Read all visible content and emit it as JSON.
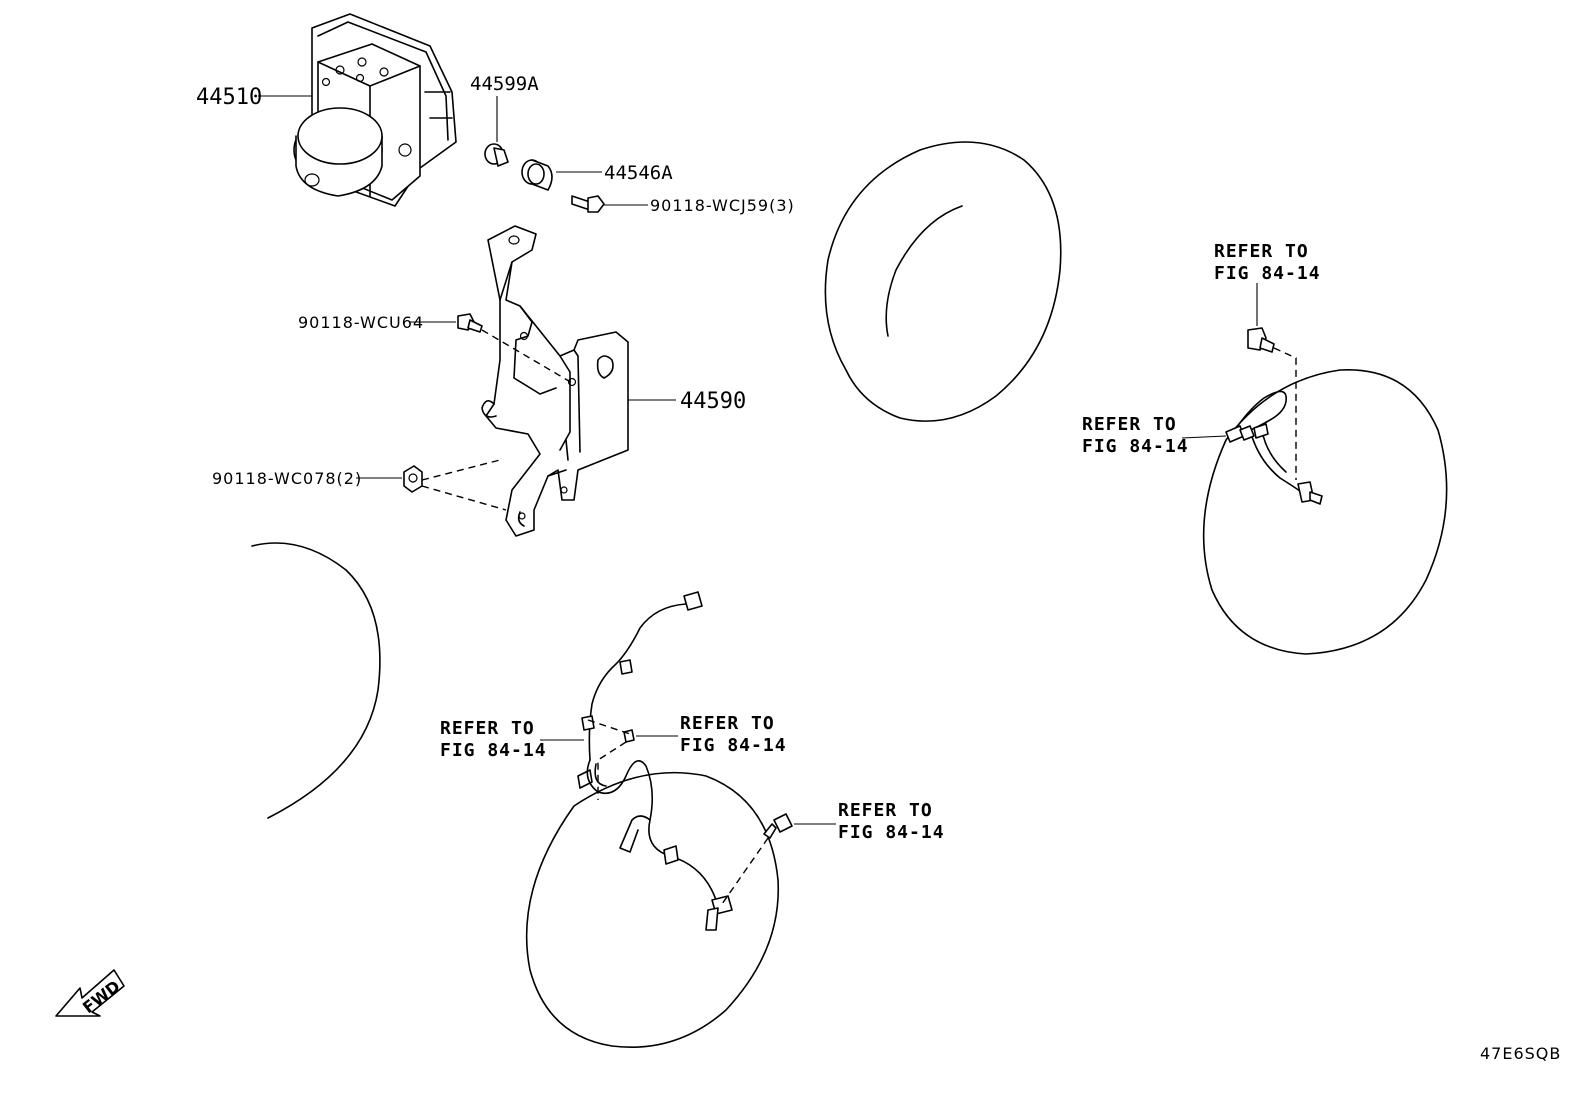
{
  "diagram": {
    "parts": {
      "actuator": "44510",
      "cushion_a": "44599A",
      "cushion_b": "44546A",
      "bolt_wcj59": "90118-WCJ59(3)",
      "bolt_wcu64": "90118-WCU64",
      "bracket": "44590",
      "nut_wc078": "90118-WC078(2)"
    },
    "references": {
      "rear_bolt": {
        "line1": "REFER TO",
        "line2": "FIG 84-14"
      },
      "rear_sensor": {
        "line1": "REFER TO",
        "line2": "FIG 84-14"
      },
      "front_left": {
        "line1": "REFER TO",
        "line2": "FIG 84-14"
      },
      "front_right": {
        "line1": "REFER TO",
        "line2": "FIG 84-14"
      },
      "front_bolt": {
        "line1": "REFER TO",
        "line2": "FIG 84-14"
      }
    },
    "fwd_label": "FWD",
    "drawing_code": "47E6SQB"
  }
}
